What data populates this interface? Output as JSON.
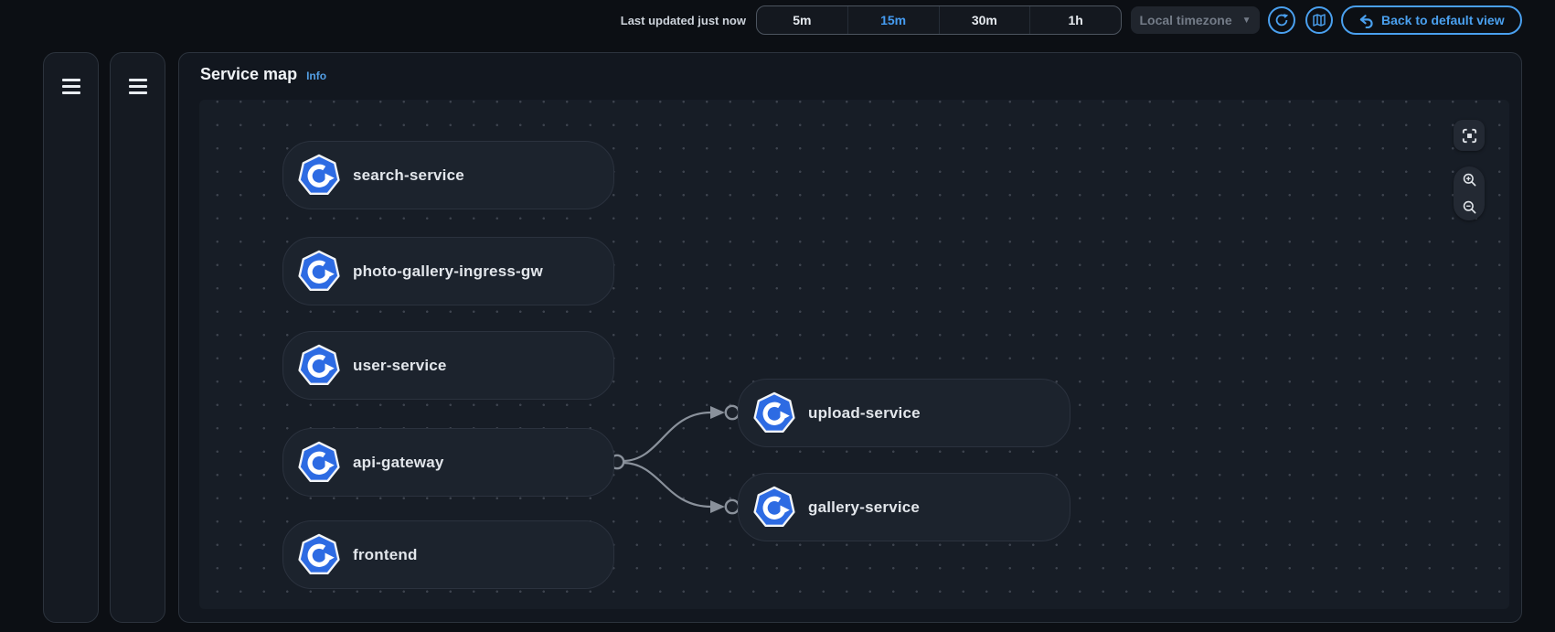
{
  "header": {
    "last_updated": "Last updated just now",
    "time_ranges": [
      {
        "label": "5m",
        "selected": false
      },
      {
        "label": "15m",
        "selected": true
      },
      {
        "label": "30m",
        "selected": false
      },
      {
        "label": "1h",
        "selected": false
      }
    ],
    "timezone_selector": {
      "label": "Local timezone",
      "caret": "▼",
      "disabled": true
    },
    "refresh_button": {
      "icon": "refresh-icon"
    },
    "legend_button": {
      "icon": "map-icon"
    },
    "back_button": {
      "label": "Back to default view",
      "icon": "undo-icon"
    }
  },
  "sidebars": [
    {
      "icon": "menu-icon"
    },
    {
      "icon": "menu-icon"
    }
  ],
  "panel": {
    "title": "Service map",
    "info_link": "Info"
  },
  "map": {
    "nodes": [
      {
        "label": "search-service",
        "icon": "kubernetes-service-icon"
      },
      {
        "label": "photo-gallery-ingress-gw",
        "icon": "kubernetes-service-icon"
      },
      {
        "label": "user-service",
        "icon": "kubernetes-service-icon"
      },
      {
        "label": "api-gateway",
        "icon": "kubernetes-service-icon"
      },
      {
        "label": "frontend",
        "icon": "kubernetes-service-icon"
      },
      {
        "label": "upload-service",
        "icon": "kubernetes-service-icon"
      },
      {
        "label": "gallery-service",
        "icon": "kubernetes-service-icon"
      }
    ],
    "edges": [
      {
        "from": "api-gateway",
        "to": "upload-service"
      },
      {
        "from": "api-gateway",
        "to": "gallery-service"
      }
    ],
    "controls": {
      "fit": "fit-to-screen-icon",
      "zoom_in": "zoom-in-icon",
      "zoom_out": "zoom-out-icon"
    }
  },
  "colors": {
    "accent_blue": "#4aa0ef",
    "link_blue": "#539fe5",
    "selected_time_blue": "#459cf2",
    "kubernetes_blue": "#2d6be3",
    "edge_gray": "#8a919b",
    "canvas_bg": "#171d26",
    "node_bg": "#1c232d",
    "panel_bg": "#12171f",
    "page_bg": "#0c0f14"
  }
}
